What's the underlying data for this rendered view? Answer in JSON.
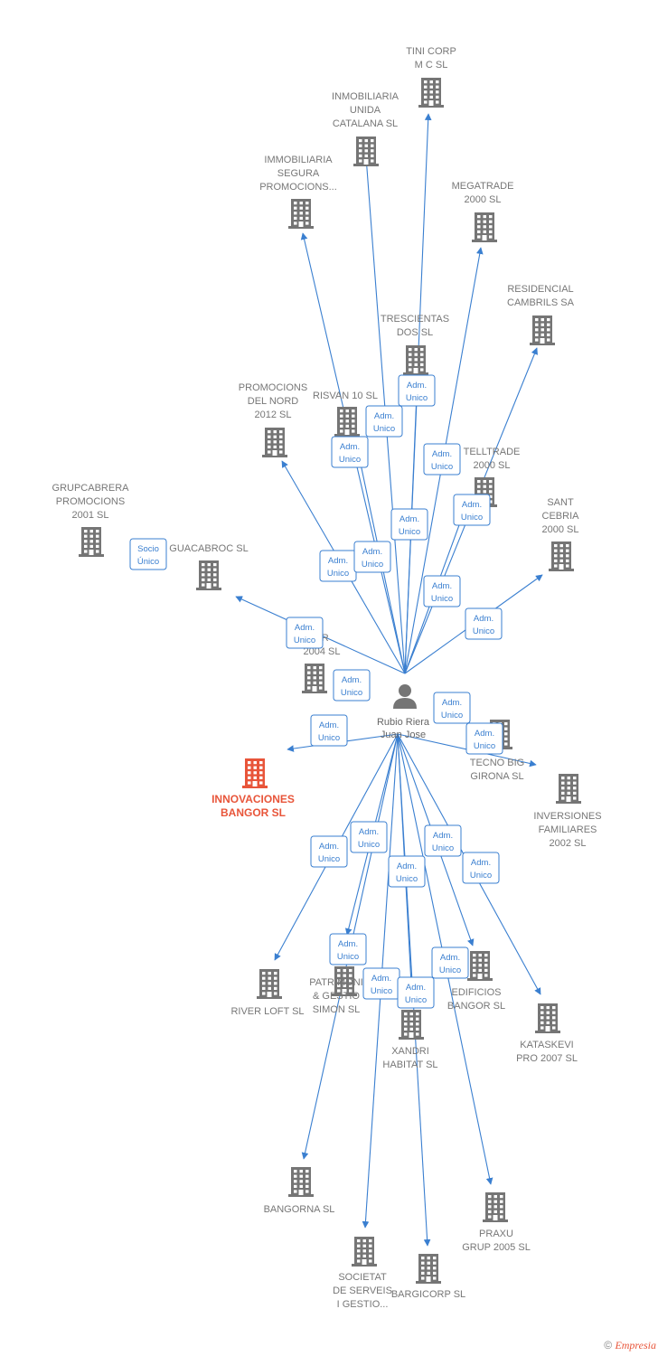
{
  "person": {
    "name_lines": [
      "Rubio Riera",
      "Juan Jose"
    ],
    "icon": "person-icon"
  },
  "colors": {
    "edge": "#3a7fd0",
    "company": "#757575",
    "focus": "#e8553a",
    "text": "#777777"
  },
  "companies": [
    {
      "id": "tini",
      "lines": [
        "TINI CORP",
        "M C SL"
      ],
      "role": [
        "Adm.",
        "Unico"
      ]
    },
    {
      "id": "inmobiliaria-unida",
      "lines": [
        "INMOBILIARIA",
        "UNIDA",
        "CATALANA SL"
      ],
      "role": [
        "Adm.",
        "Unico"
      ]
    },
    {
      "id": "immobiliaria-segura",
      "lines": [
        "IMMOBILIARIA",
        "SEGURA",
        "PROMOCIONS..."
      ],
      "role": [
        "Adm.",
        "Unico"
      ]
    },
    {
      "id": "megatrade",
      "lines": [
        "MEGATRADE",
        "2000 SL"
      ],
      "role": [
        "Adm.",
        "Unico"
      ]
    },
    {
      "id": "residencial",
      "lines": [
        "RESIDENCIAL",
        "CAMBRILS SA"
      ],
      "role": [
        "Adm.",
        "Unico"
      ]
    },
    {
      "id": "trescientas",
      "lines": [
        "TRESCIENTAS",
        "DOS SL"
      ],
      "role": [
        "Adm.",
        "Unico"
      ]
    },
    {
      "id": "promocions-nord",
      "lines": [
        "PROMOCIONS",
        "DEL NORD",
        "2012  SL"
      ],
      "role": [
        "Adm.",
        "Unico"
      ]
    },
    {
      "id": "risvan",
      "lines": [
        "RISVAN 10 SL"
      ],
      "role": [
        "Adm.",
        "Unico"
      ]
    },
    {
      "id": "telltrade",
      "lines": [
        "TELLTRADE",
        "2000 SL"
      ],
      "role": [
        "Adm.",
        "Unico"
      ]
    },
    {
      "id": "grupcabrera",
      "lines": [
        "GRUPCABRERA",
        "PROMOCIONS",
        "2001 SL"
      ],
      "role": [
        "Socio",
        "Único"
      ]
    },
    {
      "id": "guacabroc",
      "lines": [
        "GUACABROC SL"
      ],
      "role": [
        "Adm.",
        "Unico"
      ]
    },
    {
      "id": "sant-cebria",
      "lines": [
        "SANT",
        "CEBRIA",
        "2000 SL"
      ],
      "role": [
        "Adm.",
        "Unico"
      ]
    },
    {
      "id": "er-2004",
      "lines": [
        "ER",
        "2004 SL"
      ],
      "role": [
        "Adm.",
        "Unico"
      ]
    },
    {
      "id": "innovaciones",
      "lines": [
        "INNOVACIONES",
        "BANGOR SL"
      ],
      "role": [
        "Adm.",
        "Unico"
      ],
      "focus": true
    },
    {
      "id": "tecno-big",
      "lines": [
        "TECNO BIG",
        "GIRONA SL"
      ],
      "role": [
        "Adm.",
        "Unico"
      ]
    },
    {
      "id": "inversiones",
      "lines": [
        "INVERSIONES",
        "FAMILIARES",
        "2002 SL"
      ],
      "role": [
        "Adm.",
        "Unico"
      ]
    },
    {
      "id": "river-loft",
      "lines": [
        "RIVER LOFT SL"
      ],
      "role": [
        "Adm.",
        "Unico"
      ]
    },
    {
      "id": "patrimoni",
      "lines": [
        "PATRIMONI",
        "& GESTIO",
        "SIMON SL"
      ],
      "role": [
        "Adm.",
        "Unico"
      ]
    },
    {
      "id": "xandri",
      "lines": [
        "XANDRI",
        "HABITAT SL"
      ],
      "role": [
        "Adm.",
        "Unico"
      ]
    },
    {
      "id": "edificios",
      "lines": [
        "EDIFICIOS",
        "BANGOR SL"
      ],
      "role": [
        "Adm.",
        "Unico"
      ]
    },
    {
      "id": "kataskevi",
      "lines": [
        "KATASKEVI",
        "PRO 2007 SL"
      ],
      "role": [
        "Adm.",
        "Unico"
      ]
    },
    {
      "id": "bangorna",
      "lines": [
        "BANGORNA SL"
      ],
      "role": [
        "Adm.",
        "Unico"
      ]
    },
    {
      "id": "societat",
      "lines": [
        "SOCIETAT",
        "DE SERVEIS",
        "I GESTIO..."
      ],
      "role": [
        "Adm.",
        "Unico"
      ]
    },
    {
      "id": "bargicorp",
      "lines": [
        "BARGICORP SL"
      ],
      "role": [
        "Adm.",
        "Unico"
      ]
    },
    {
      "id": "praxu",
      "lines": [
        "PRAXU",
        "GRUP 2005 SL"
      ],
      "role": [
        "Adm.",
        "Unico"
      ]
    }
  ],
  "footer": {
    "copyright": "©",
    "brand": "Empresia"
  }
}
